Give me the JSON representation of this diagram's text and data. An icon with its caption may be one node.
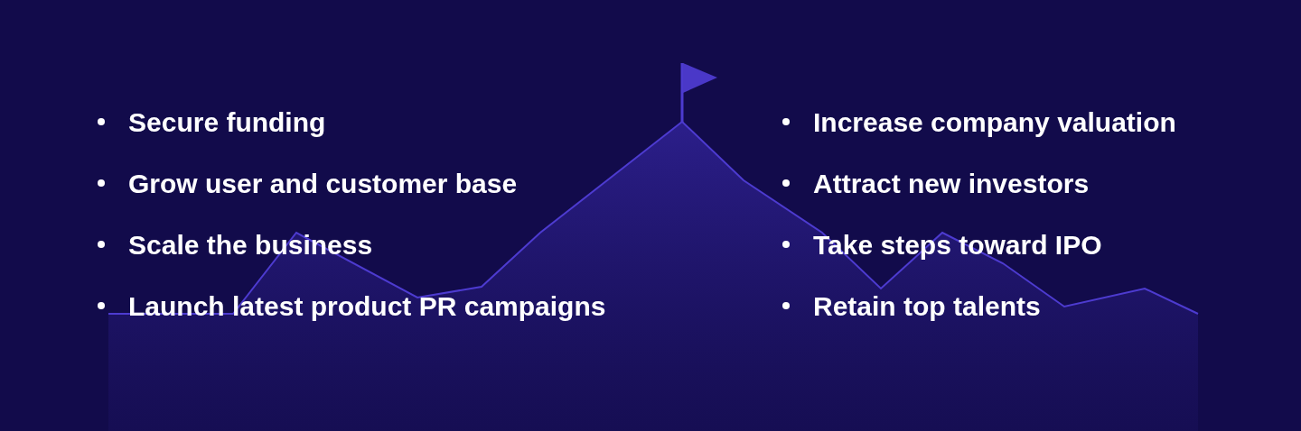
{
  "diagram": {
    "labels": [
      "Secure funding",
      "Grow user and customer base",
      "Scale the business",
      "Launch latest product PR campaigns",
      "Increase company valuation",
      "Attract new investors",
      "Take steps toward IPO",
      "Retain top talents"
    ]
  }
}
